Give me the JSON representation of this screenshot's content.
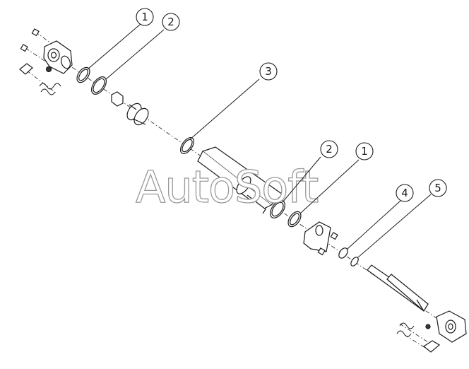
{
  "watermark": "AutoSoft",
  "callouts": [
    {
      "id": "callout-1-top",
      "label": "1"
    },
    {
      "id": "callout-2-top",
      "label": "2"
    },
    {
      "id": "callout-3",
      "label": "3"
    },
    {
      "id": "callout-2-mid",
      "label": "2"
    },
    {
      "id": "callout-1-mid",
      "label": "1"
    },
    {
      "id": "callout-4",
      "label": "4"
    },
    {
      "id": "callout-5",
      "label": "5"
    }
  ]
}
